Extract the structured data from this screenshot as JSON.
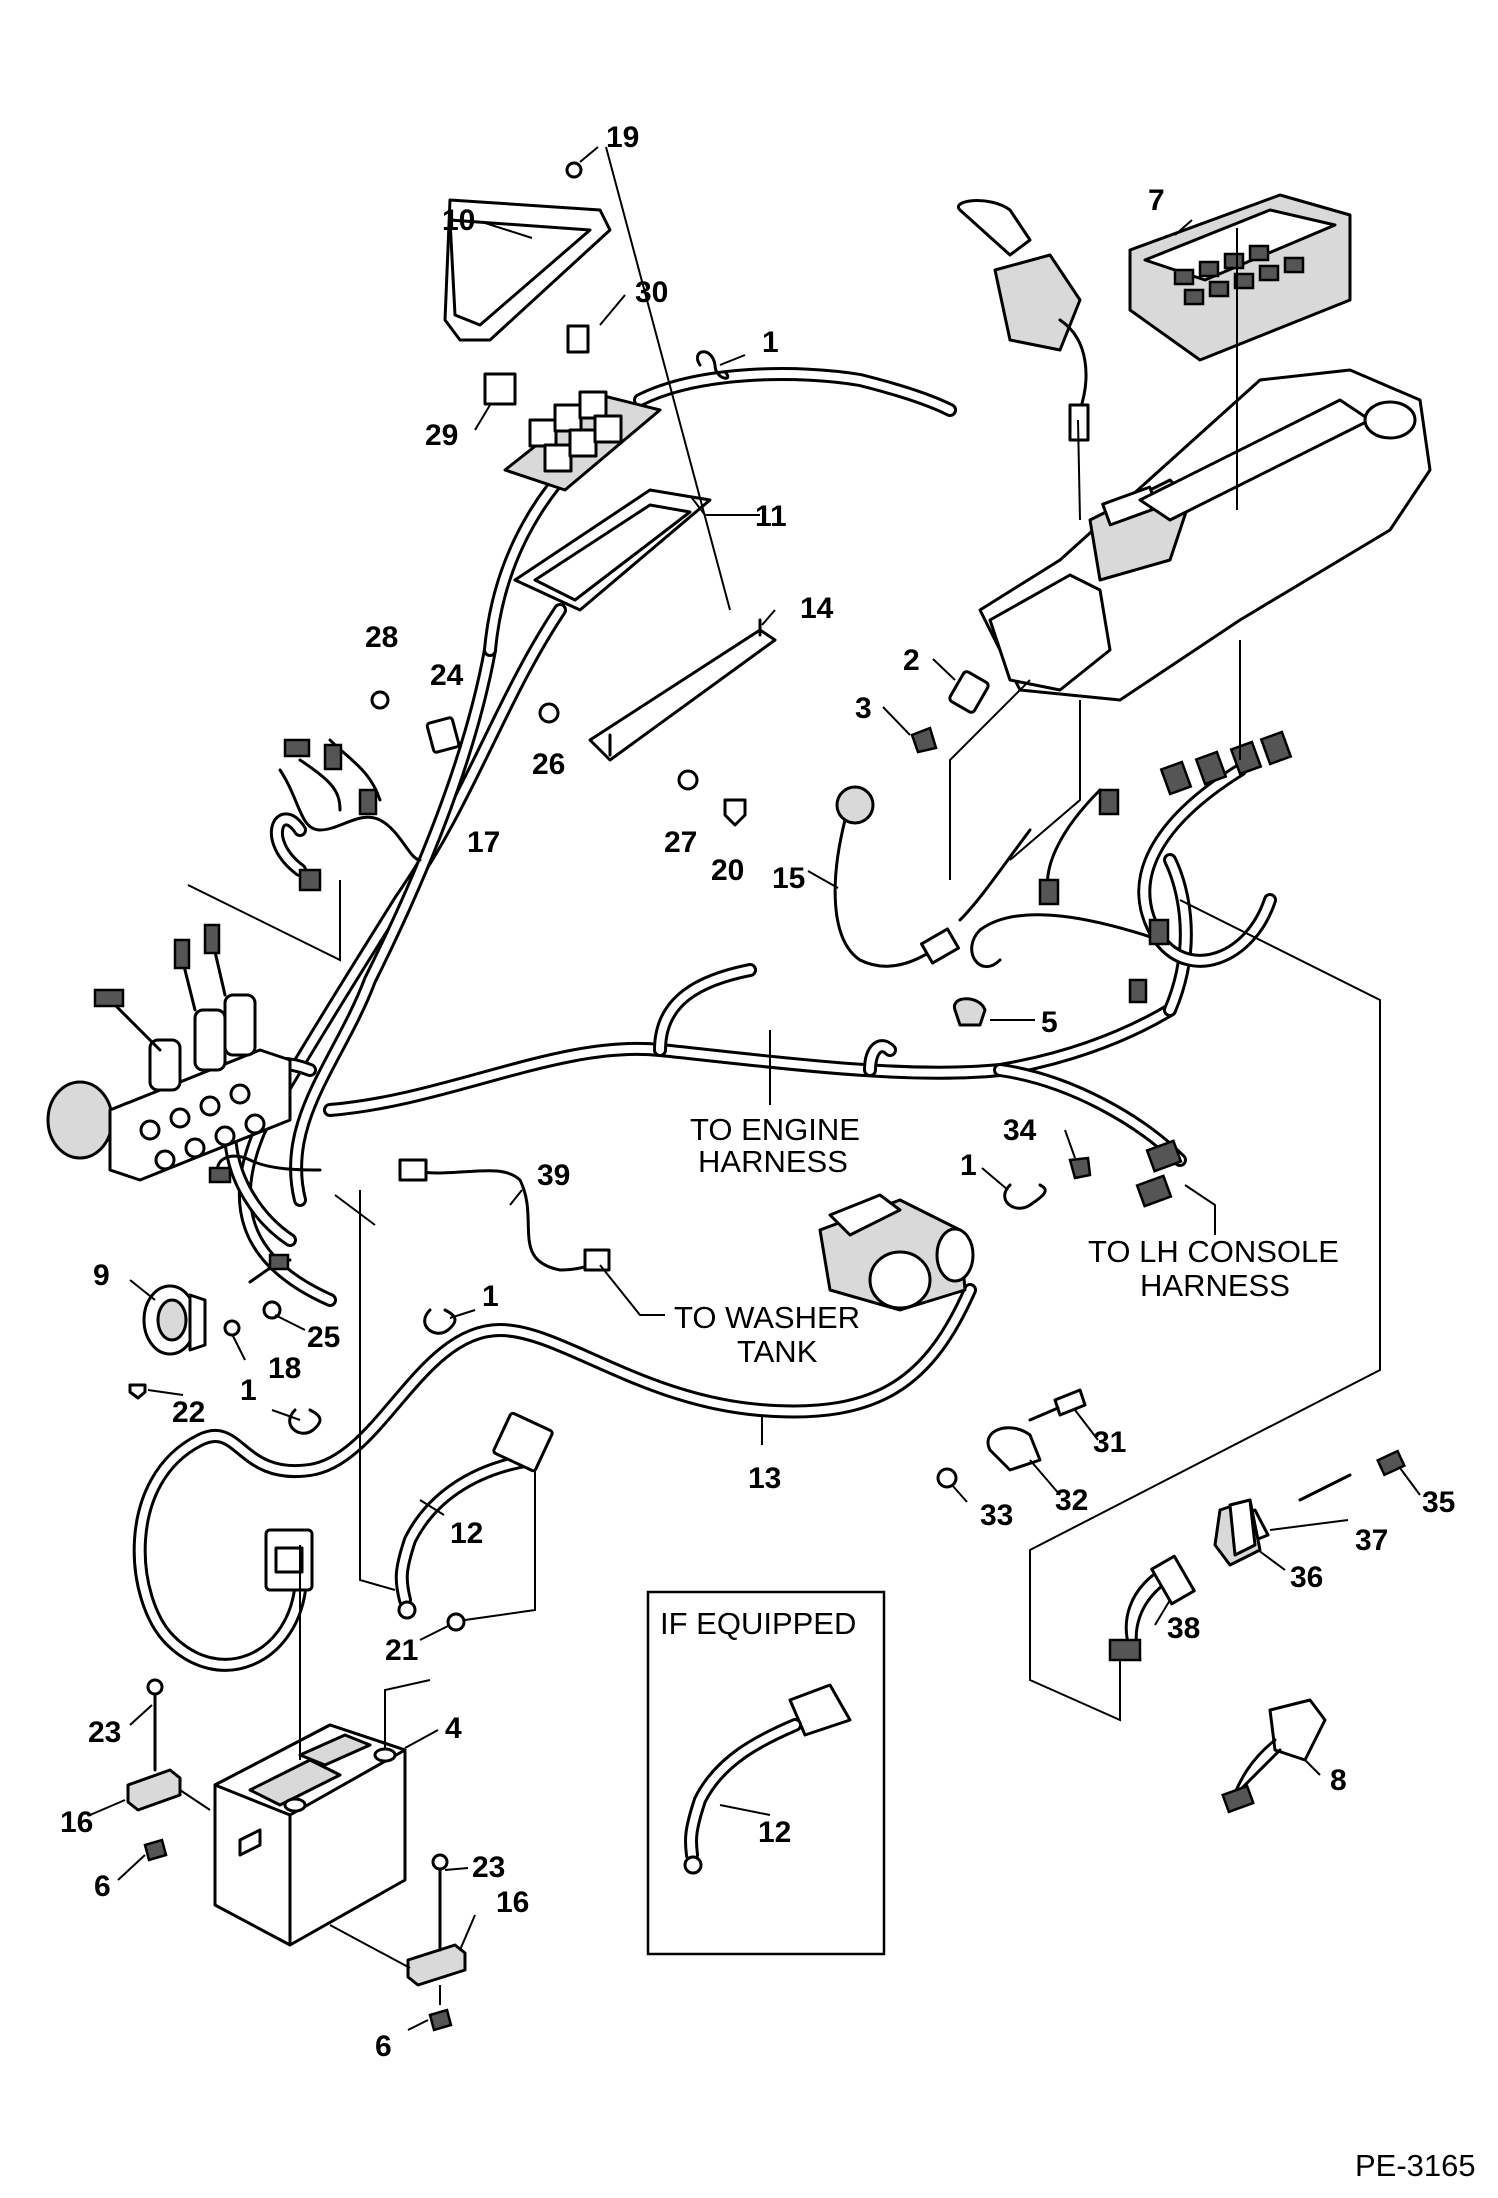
{
  "document_id": "PE-3165",
  "callouts": {
    "to_engine_harness": [
      "TO ENGINE",
      "HARNESS"
    ],
    "to_washer_tank": [
      "TO WASHER",
      "TANK"
    ],
    "to_lh_console_harness": [
      "TO LH CONSOLE",
      "HARNESS"
    ],
    "if_equipped": "IF EQUIPPED"
  },
  "part_labels": {
    "p1": "1",
    "p2": "2",
    "p3": "3",
    "p4": "4",
    "p5": "5",
    "p6": "6",
    "p7": "7",
    "p8": "8",
    "p9": "9",
    "p10": "10",
    "p11": "11",
    "p12": "12",
    "p13": "13",
    "p14": "14",
    "p15": "15",
    "p16": "16",
    "p17": "17",
    "p18": "18",
    "p19": "19",
    "p20": "20",
    "p21": "21",
    "p22": "22",
    "p23": "23",
    "p24": "24",
    "p25": "25",
    "p26": "26",
    "p27": "27",
    "p28": "28",
    "p29": "29",
    "p30": "30",
    "p31": "31",
    "p32": "32",
    "p33": "33",
    "p34": "34",
    "p35": "35",
    "p36": "36",
    "p37": "37",
    "p38": "38",
    "p39": "39"
  }
}
